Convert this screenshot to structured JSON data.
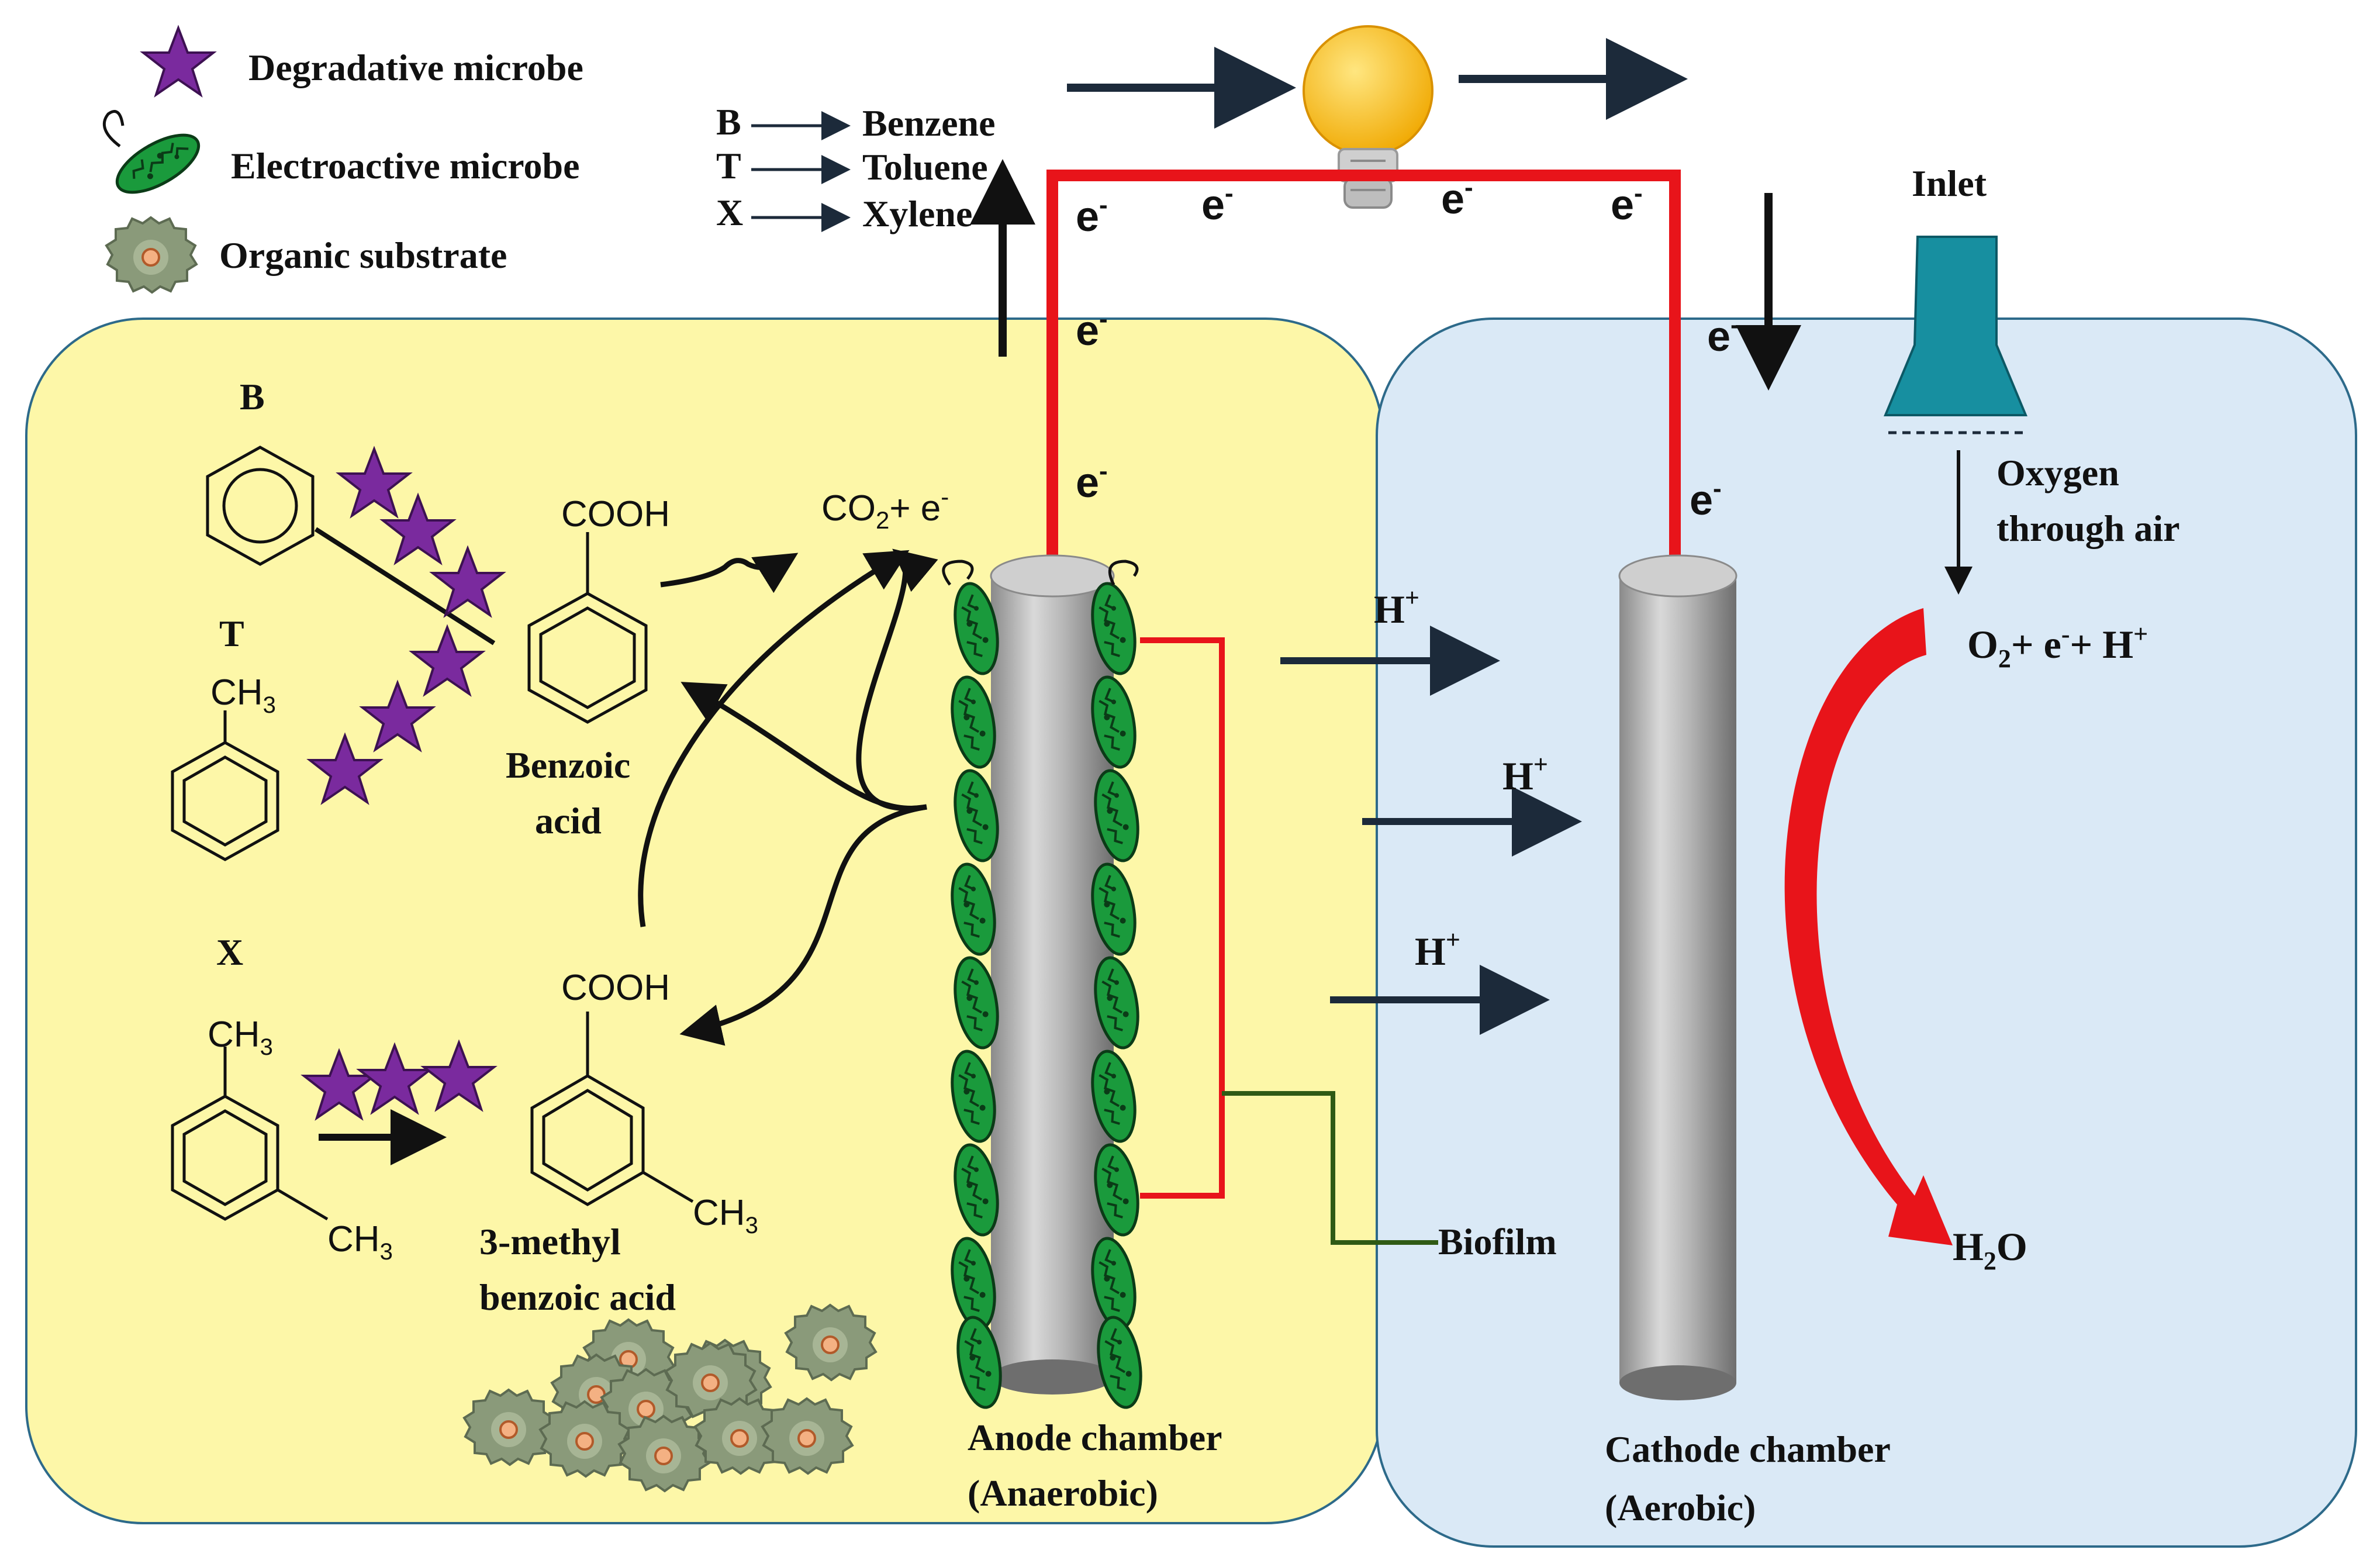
{
  "legend": {
    "degradative_microbe": "Degradative microbe",
    "electroactive_microbe": "Electroactive  microbe",
    "organic_substrate": "Organic  substrate"
  },
  "abbreviations": [
    {
      "letter": "B",
      "name": "Benzene"
    },
    {
      "letter": "T",
      "name": "Toluene"
    },
    {
      "letter": "X",
      "name": "Xylene"
    }
  ],
  "molecules": {
    "benzene_label": "B",
    "toluene_label": "T",
    "xylene_label": "X",
    "ch3": "CH",
    "ch3_sub": "3",
    "cooh": "COOH",
    "benzoic_acid_line1": "Benzoic",
    "benzoic_acid_line2": "acid",
    "methylbenzoic_line1": "3-methyl",
    "methylbenzoic_line2": "benzoic  acid"
  },
  "products": {
    "co2": "CO",
    "co2_sub": "2",
    "co2_rest": "+ e",
    "electron_minus": "-"
  },
  "electron": {
    "symbol": "e",
    "sup": "-"
  },
  "proton": {
    "symbol": "H",
    "sup": "+"
  },
  "cathode_reaction": {
    "o2": "O",
    "o2_sub": "2",
    "plus_e": "+ e",
    "e_sup": "-",
    "plus_h": "+ H",
    "h_sup": "+",
    "water": "H",
    "water_sub": "2",
    "water_o": "O"
  },
  "inlet": {
    "label": "Inlet",
    "oxygen_line1": "Oxygen",
    "oxygen_line2": "through  air"
  },
  "biofilm_label": "Biofilm",
  "anode_chamber": {
    "line1": "Anode chamber",
    "line2": "(Anaerobic)"
  },
  "cathode_chamber": {
    "line1": "Cathode chamber",
    "line2": "(Aerobic)"
  },
  "colors": {
    "anode_fill": "#fdf7a8",
    "cathode_fill": "#dae9f6",
    "wire": "#e8141a",
    "microbe_green": "#1a9a3c",
    "star_purple": "#7a2a9e",
    "bulb_yellow": "#f7b500",
    "inlet_teal": "#178fa0",
    "arrow_dark": "#1c2a3a"
  }
}
